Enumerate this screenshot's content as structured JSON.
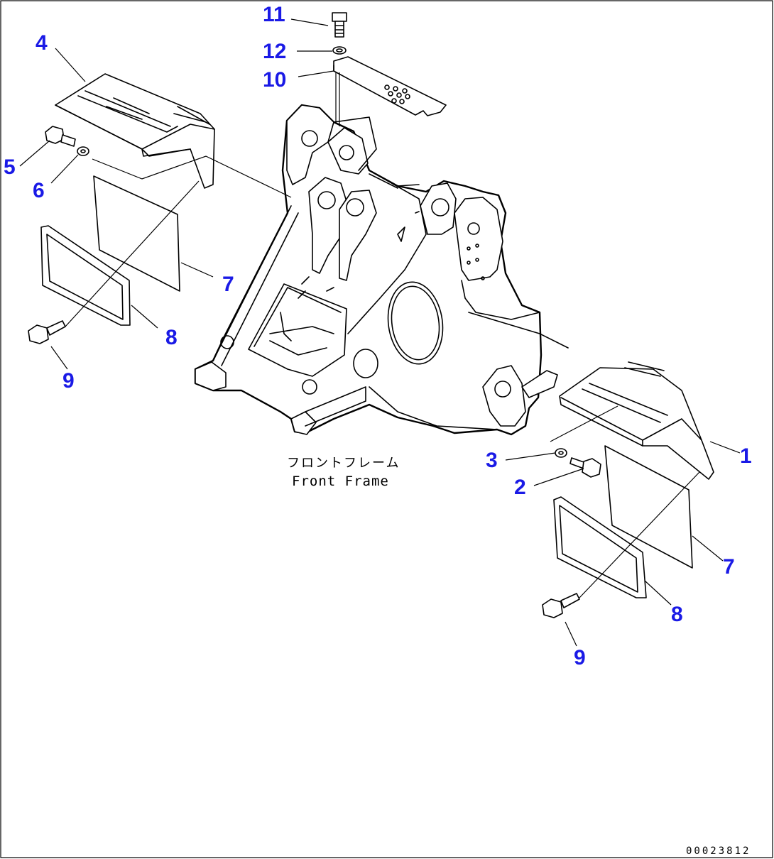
{
  "callouts": {
    "c1": "1",
    "c2": "2",
    "c3": "3",
    "c4": "4",
    "c5": "5",
    "c6": "6",
    "c7_left": "7",
    "c7_right": "7",
    "c8_left": "8",
    "c8_right": "8",
    "c9_left": "9",
    "c9_right": "9",
    "c10": "10",
    "c11": "11",
    "c12": "12"
  },
  "caption": {
    "japanese": "フロントフレーム",
    "english": "Front Frame"
  },
  "document_number": "00023812",
  "colors": {
    "callout": "#1a1ae6",
    "lines": "#000000",
    "background": "#ffffff"
  }
}
